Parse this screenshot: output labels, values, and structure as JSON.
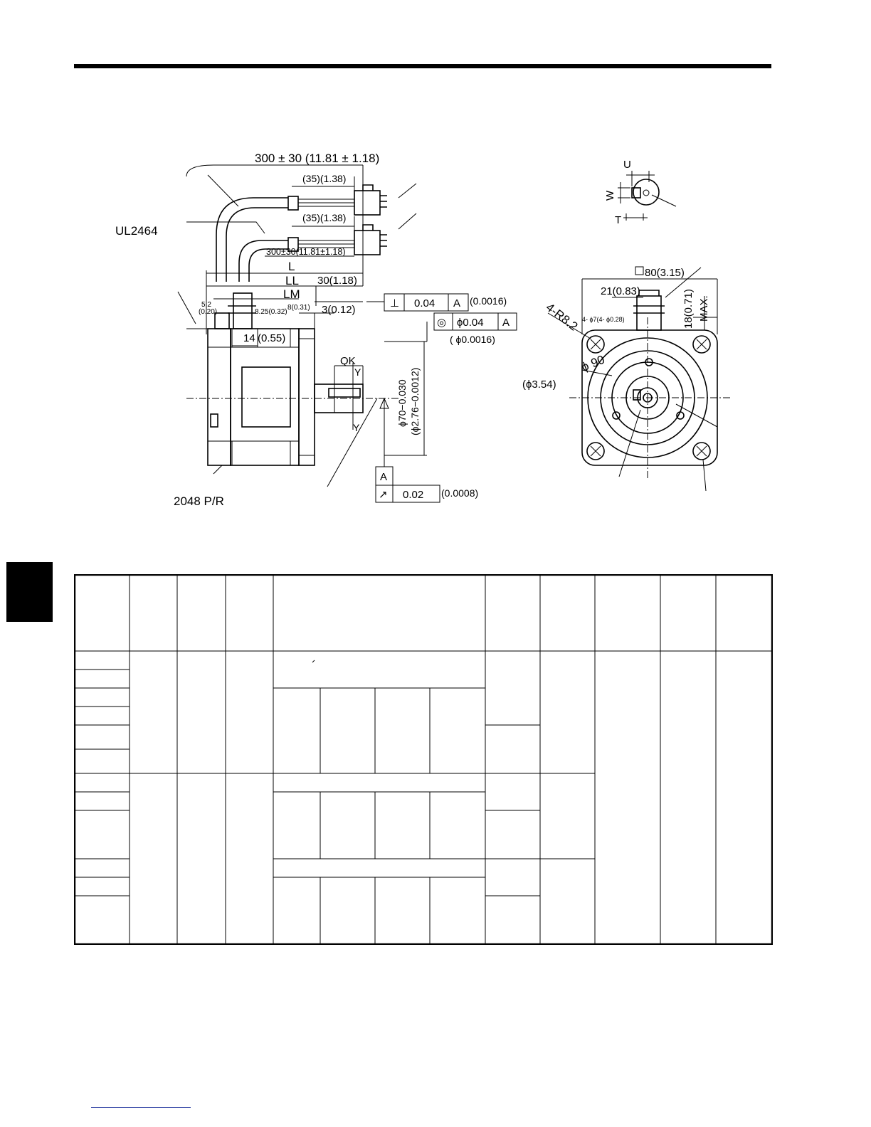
{
  "labels": {
    "cable_length_top": "300 ± 30 (11.81 ± 1.18)",
    "cable_length_bottom": "300±30(11.81±1.18)",
    "lead_len_1": "(35)(1.38)",
    "lead_len_2": "(35)(1.38)",
    "cable_type": "UL2464",
    "encoder": "2048 P/R",
    "dim_L": "L",
    "dim_LL": "LL",
    "dim_LM": "LM",
    "dim_30": "30(1.18)",
    "dim_3": "3(0.12)",
    "dim_14": "14",
    "dim_055": "(0.55)",
    "dim_52": "5.2",
    "dim_020": "(0.20)",
    "dim_825": "8.25(0.32)",
    "dim_8": "8(0.31)",
    "dim_QK": "QK",
    "dim_Y1": "Y",
    "dim_Y2": "Y",
    "shaft_dia": "ϕ70−0.030",
    "shaft_dia_in": "(ϕ2.76−0.0012)",
    "perp_sym": "⊥",
    "perp_val": "0.04",
    "perp_ref": "A",
    "perp_in": "(0.0016)",
    "conc_sym": "◎",
    "conc_val": "ϕ0.04",
    "conc_ref": "A",
    "conc_in": "( ϕ0.0016)",
    "datum": "A",
    "runout_sym": "↗",
    "runout_val": "0.02",
    "runout_in": "(0.0008)",
    "key_U": "U",
    "key_W": "W",
    "key_T": "T",
    "sq80": "80(3.15)",
    "dim_21": "21(0.83)",
    "dim_18": "18(0.71)",
    "dim_max": "MAX.",
    "r82": "4-R8.2",
    "holes": "4- ϕ7(4- ϕ0.28)",
    "pcd": "ϕ 90",
    "pcd_in": "(ϕ3.54)"
  }
}
